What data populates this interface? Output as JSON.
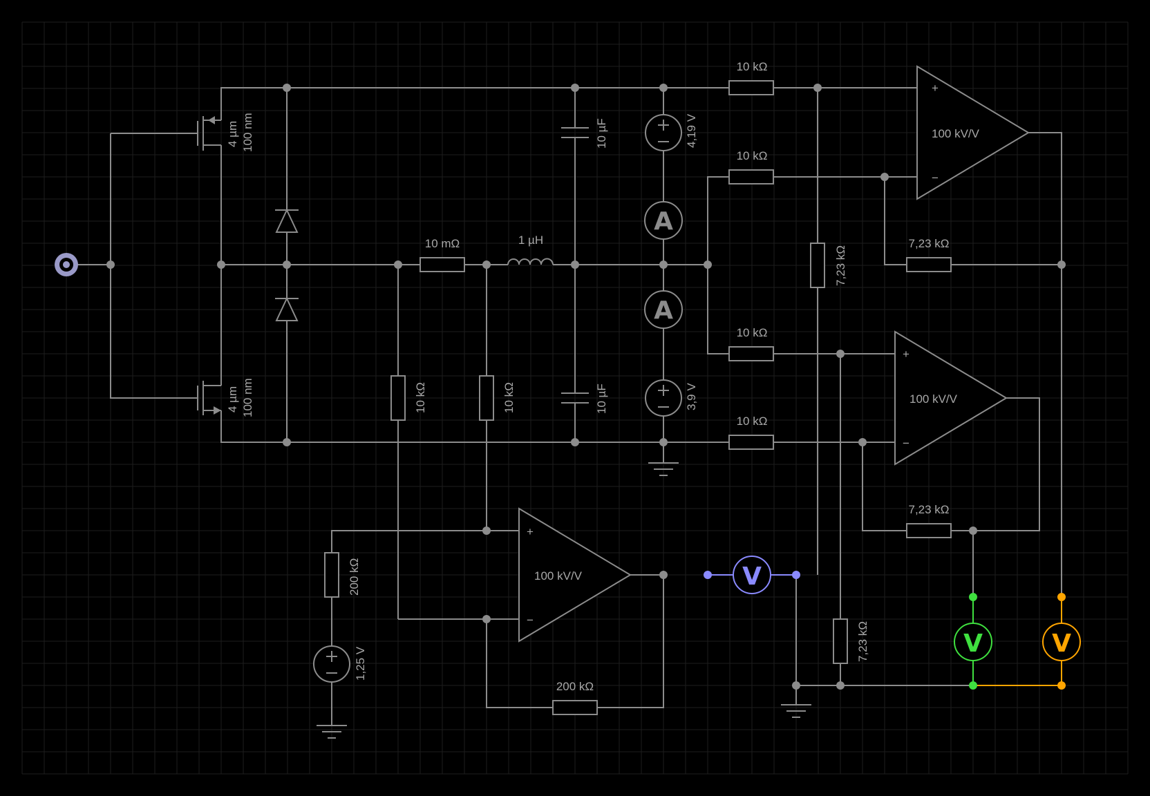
{
  "labels": {
    "res_top": "10 kΩ",
    "res_upper_mid": "10 kΩ",
    "res_lower_mid": "10 kΩ",
    "res_bottom": "10 kΩ",
    "res_shunt": "10 mΩ",
    "inductor": "1 µH",
    "cap_top": "10 µF",
    "cap_bottom": "10 µF",
    "vsrc_top": "4,19 V",
    "vsrc_bottom": "3,9 V",
    "vsrc_ref": "1,25 V",
    "fet_top_w": "4 µm",
    "fet_top_l": "100 nm",
    "fet_bot_w": "4 µm",
    "fet_bot_l": "100 nm",
    "res_div_left": "10 kΩ",
    "res_div_right": "10 kΩ",
    "res_vert_7k_top": "7,23 kΩ",
    "res_fb_top": "7,23 kΩ",
    "res_fb_mid": "7,23 kΩ",
    "res_vert_7k_bottom": "7,23 kΩ",
    "res_200k_ref": "200 kΩ",
    "res_200k_fb": "200 kΩ",
    "opamp_top": "100 kV/V",
    "opamp_mid": "100 kV/V",
    "opamp_bottom": "100 kV/V",
    "ammeter": "A",
    "voltmeter": "V",
    "plus": "+",
    "minus": "−"
  },
  "colors": {
    "background": "#000000",
    "grid": "#1e1e1e",
    "wire": "#8c8c8c",
    "text": "#a8a8a8",
    "probe_purple": "#8a8aff",
    "probe_green": "#3fe03f",
    "probe_orange": "#ffa500",
    "input_port": "#9a9ac8"
  },
  "icons": [
    "input-port-icon",
    "ground-icon",
    "ammeter-icon",
    "voltmeter-icon",
    "diode-icon",
    "nmos-icon",
    "pmos-icon",
    "opamp-icon",
    "resistor-icon",
    "capacitor-icon",
    "inductor-icon",
    "voltage-source-icon"
  ]
}
